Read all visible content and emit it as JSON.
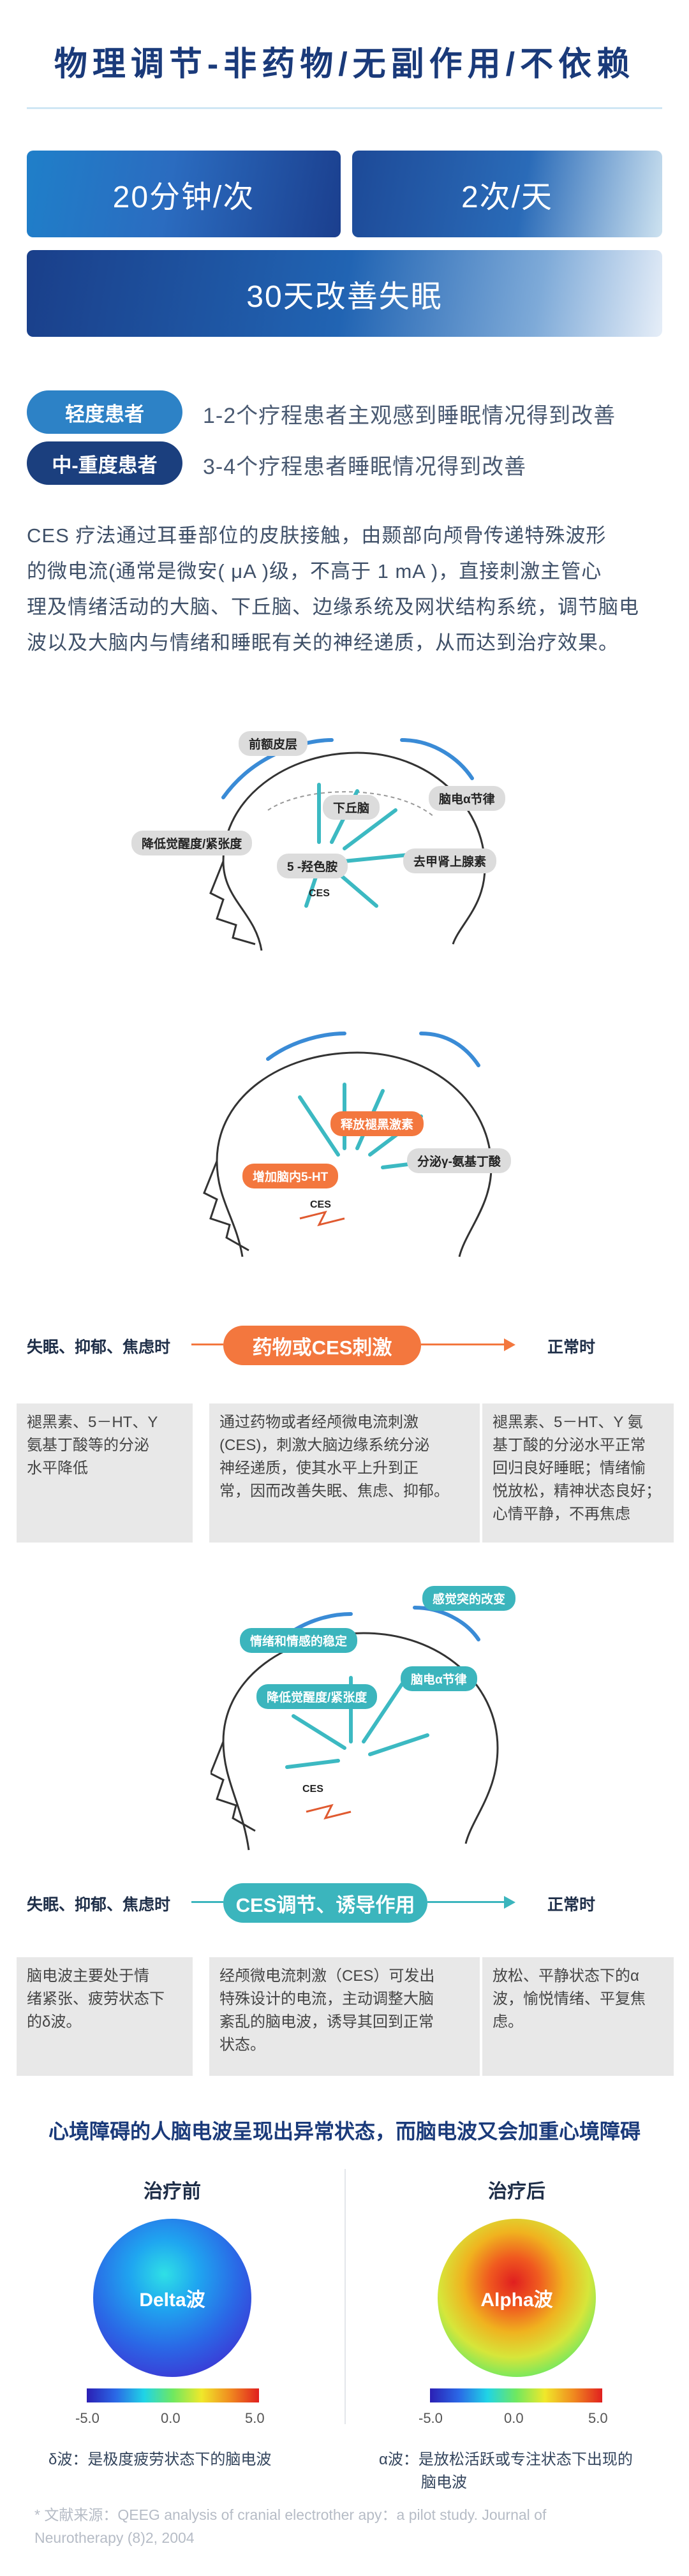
{
  "header": {
    "title": "物理调节-非药物/无副作用/不依赖"
  },
  "tiles": {
    "t1": "20分钟/次",
    "t2": "2次/天",
    "t3": "30天改善失眠"
  },
  "patients": [
    {
      "label": "轻度患者",
      "desc": "1-2个疗程患者主观感到睡眠情况得到改善"
    },
    {
      "label": "中-重度患者",
      "desc": "3-4个疗程患者睡眠情况得到改善"
    }
  ],
  "intro": {
    "lines": [
      "CES 疗法通过耳垂部位的皮肤接触，由颞部向颅骨传递特殊波形",
      "的微电流(通常是微安( μA )级，不高于 1 mA )，直接刺激主管心",
      "理及情绪活动的大脑、下丘脑、边缘系统及网状结构系统，调节脑电",
      "波以及大脑内与情绪和睡眠有关的神经递质，从而达到治疗效果。"
    ]
  },
  "diagram1": {
    "tags": [
      "前额皮层",
      "下丘脑",
      "脑电α节律",
      "降低觉醒度/紧张度",
      "5 -羟色胺",
      "去甲肾上腺素"
    ],
    "ces": "CES"
  },
  "diagram2": {
    "tags": [
      "释放褪黑激素",
      "分泌γ-氨基丁酸",
      "增加脑内5-HT"
    ],
    "ces": "CES"
  },
  "flow1": {
    "left": "失眠、抑郁、焦虑时",
    "center": "药物或CES刺激",
    "right": "正常时",
    "boxes": [
      [
        "褪黑素、5－HT、Y",
        "氨基丁酸等的分泌",
        "水平降低"
      ],
      [
        "通过药物或者经颅微电流刺激",
        "(CES)，刺激大脑边缘系统分泌",
        "神经递质，使其水平上升到正",
        "常，因而改善失眠、焦虑、抑郁。"
      ],
      [
        "褪黑素、5－HT、Y 氨",
        "基丁酸的分泌水平正常",
        "回归良好睡眠；情绪愉",
        "悦放松，精神状态良好；",
        "心情平静，不再焦虑"
      ]
    ]
  },
  "diagram3": {
    "tags": [
      "感觉突的改变",
      "情绪和情感的稳定",
      "脑电α节律",
      "降低觉醒度/紧张度"
    ],
    "ces": "CES"
  },
  "flow2": {
    "left": "失眠、抑郁、焦虑时",
    "center": "CES调节、诱导作用",
    "right": "正常时",
    "boxes": [
      [
        "脑电波主要处于情",
        "绪紧张、疲劳状态下",
        "的δ波。"
      ],
      [
        "经颅微电流刺激（CES）可发出",
        "特殊设计的电流，主动调整大脑",
        "紊乱的脑电波，诱导其回到正常",
        "状态。"
      ],
      [
        "放松、平静状态下的α",
        "波，愉悦情绪、平复焦",
        "虑。"
      ]
    ]
  },
  "eeg": {
    "headline": "心境障碍的人脑电波呈现出异常状态，而脑电波又会加重心境障碍",
    "before": {
      "title": "治疗前",
      "wave": "Delta波",
      "desc": [
        "δ波：是极度疲劳状态下的脑电波"
      ]
    },
    "after": {
      "title": "治疗后",
      "wave": "Alpha波",
      "desc": [
        "α波：是放松活跃或专注状态下出现的",
        "脑电波"
      ]
    },
    "scale": [
      "-5.0",
      "0.0",
      "5.0"
    ]
  },
  "source": {
    "lines": [
      "* 文献来源：QEEG analysis of cranial electrother apy：a pilot study. Journal of",
      "Neurotherapy (8)2, 2004"
    ]
  }
}
